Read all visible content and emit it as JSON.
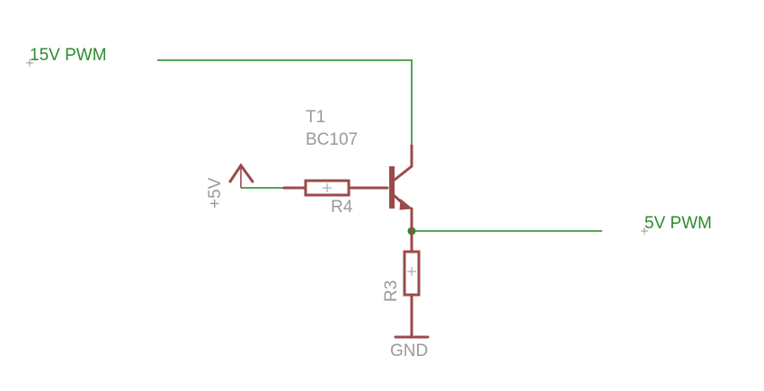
{
  "nets": {
    "input": "15V PWM",
    "output": "5V PWM"
  },
  "supply": {
    "label": "+5V"
  },
  "ground": {
    "label": "GND"
  },
  "transistor": {
    "name": "T1",
    "value": "BC107"
  },
  "resistors": [
    {
      "name": "R4"
    },
    {
      "name": "R3"
    }
  ],
  "colors": {
    "wire": "#3c9a3c",
    "net_label": "#2e8b2e",
    "symbol": "#9b4a4a",
    "part_label": "#9a9a9a"
  }
}
